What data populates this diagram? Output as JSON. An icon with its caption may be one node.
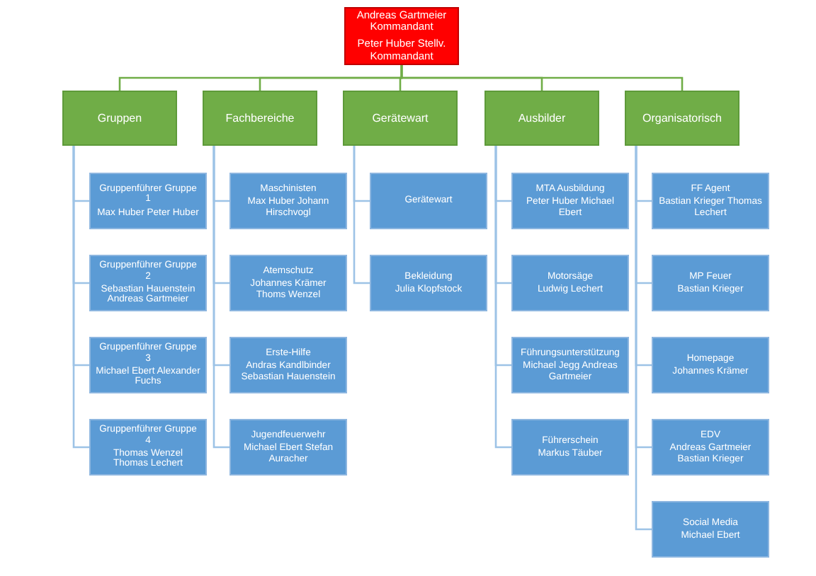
{
  "diagram": {
    "nodes": [
      {
        "text": [
          "Andreas Gartmeier Kommandant",
          "Peter Huber Stellv. Kommandant"
        ]
      },
      {
        "text": [
          "Gruppen"
        ]
      },
      {
        "text": [
          "Fachbereiche"
        ]
      },
      {
        "text": [
          "Gerätewart"
        ]
      },
      {
        "text": [
          "Ausbilder"
        ]
      },
      {
        "text": [
          "Organisatorisch"
        ]
      },
      {
        "text": [
          "Gruppenführer Gruppe 1",
          "Max Huber Peter Huber"
        ]
      },
      {
        "text": [
          "Gruppenführer Gruppe 2",
          "Sebastian Hauenstein Andreas Gartmeier"
        ]
      },
      {
        "text": [
          "Gruppenführer Gruppe 3",
          "Michael Ebert Alexander Fuchs"
        ]
      },
      {
        "text": [
          "Gruppenführer Gruppe 4",
          "Thomas Wenzel Thomas Lechert"
        ]
      },
      {
        "text": [
          "Maschinisten",
          "Max Huber Johann Hirschvogl"
        ]
      },
      {
        "text": [
          "Atemschutz",
          "Johannes Krämer Thoms Wenzel"
        ]
      },
      {
        "text": [
          "Erste-Hilfe",
          "Andras Kandlbinder Sebastian Hauenstein"
        ]
      },
      {
        "text": [
          "Jugendfeuerwehr",
          "Michael Ebert Stefan Auracher"
        ]
      },
      {
        "text": [
          "Gerätewart"
        ]
      },
      {
        "text": [
          "Bekleidung",
          "Julia Klopfstock"
        ]
      },
      {
        "text": [
          "MTA Ausbildung",
          "Peter Huber Michael Ebert"
        ]
      },
      {
        "text": [
          "Motorsäge",
          "Ludwig Lechert"
        ]
      },
      {
        "text": [
          "Führungsunterstützung",
          "Michael Jegg Andreas Gartmeier"
        ]
      },
      {
        "text": [
          "Führerschein",
          "Markus Täuber"
        ]
      },
      {
        "text": [
          "FF Agent",
          "Bastian Krieger Thomas Lechert"
        ]
      },
      {
        "text": [
          "MP Feuer",
          "Bastian Krieger"
        ]
      },
      {
        "text": [
          "Homepage",
          "Johannes Krämer"
        ]
      },
      {
        "text": [
          "EDV",
          "Andreas Gartmeier Bastian Krieger"
        ]
      },
      {
        "text": [
          "Social Media",
          "Michael Ebert"
        ]
      }
    ],
    "edges": [
      {
        "from": 0,
        "to": 1,
        "arrow": "none",
        "color": "#70ad47"
      },
      {
        "from": 0,
        "to": 2,
        "arrow": "none",
        "color": "#70ad47"
      },
      {
        "from": 0,
        "to": 3,
        "arrow": "none",
        "color": "#70ad47"
      },
      {
        "from": 0,
        "to": 4,
        "arrow": "none",
        "color": "#70ad47"
      },
      {
        "from": 0,
        "to": 5,
        "arrow": "none",
        "color": "#70ad47"
      },
      {
        "from": 1,
        "to": 6,
        "arrow": "none"
      },
      {
        "from": 1,
        "to": 7,
        "arrow": "none"
      },
      {
        "from": 1,
        "to": 8,
        "arrow": "none"
      },
      {
        "from": 1,
        "to": 9,
        "arrow": "none"
      },
      {
        "from": 2,
        "to": 10,
        "arrow": "none"
      },
      {
        "from": 2,
        "to": 11,
        "arrow": "none"
      },
      {
        "from": 2,
        "to": 12,
        "arrow": "none"
      },
      {
        "from": 2,
        "to": 13,
        "arrow": "none"
      },
      {
        "from": 3,
        "to": 14,
        "arrow": "none"
      },
      {
        "from": 3,
        "to": 15,
        "arrow": "none"
      },
      {
        "from": 4,
        "to": 16,
        "arrow": "none"
      },
      {
        "from": 4,
        "to": 17,
        "arrow": "none"
      },
      {
        "from": 4,
        "to": 18,
        "arrow": "none"
      },
      {
        "from": 4,
        "to": 19,
        "arrow": "none"
      },
      {
        "from": 5,
        "to": 20,
        "arrow": "none"
      },
      {
        "from": 5,
        "to": 21,
        "arrow": "none"
      },
      {
        "from": 5,
        "to": 22,
        "arrow": "none"
      },
      {
        "from": 5,
        "to": 23,
        "arrow": "none"
      },
      {
        "from": 5,
        "to": 24,
        "arrow": "none"
      }
    ]
  }
}
